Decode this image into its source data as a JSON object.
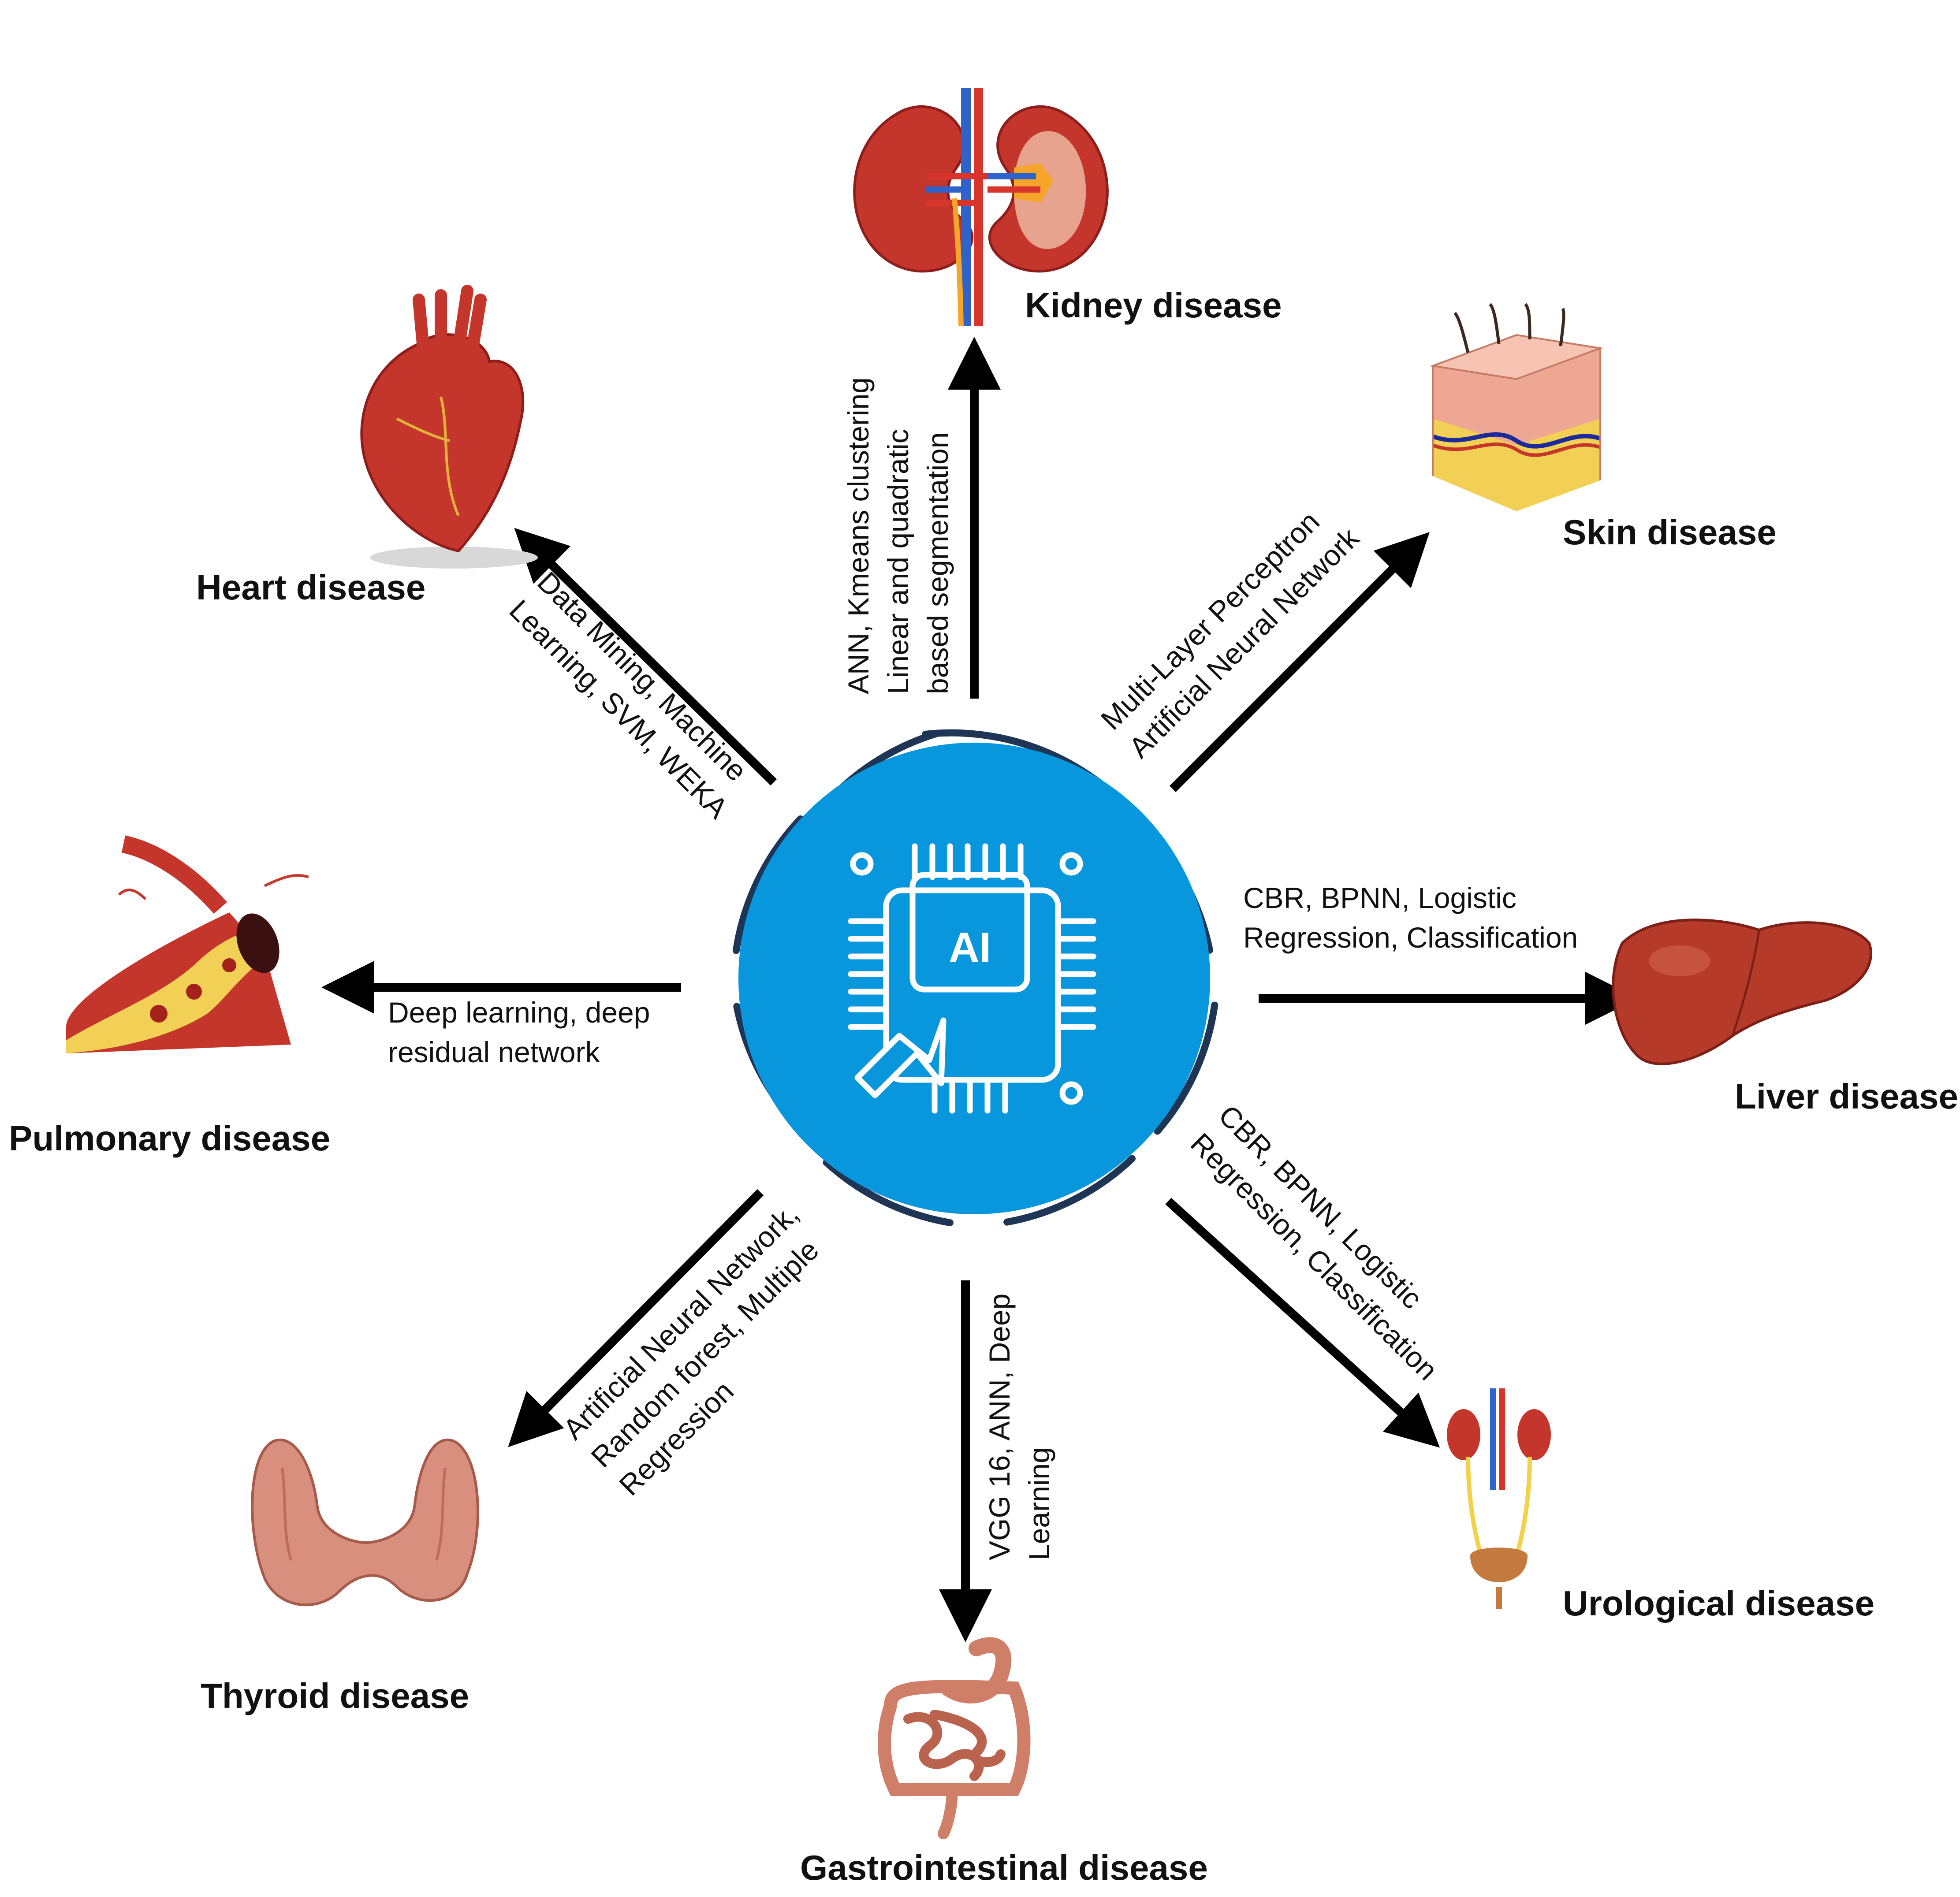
{
  "colors": {
    "ring": "#1f3556",
    "hub": "#0897dd",
    "chip_line": "#ffffff",
    "arrow": "#000000",
    "organ_red": "#c4362c",
    "organ_dark": "#8e1e1b",
    "vein_blue": "#2f63c9",
    "fat_yellow": "#f2cf55",
    "skin_pink": "#eda792",
    "thyroid": "#d98f7d",
    "liver": "#b53a2a",
    "intestine": "#cf7f68"
  },
  "hub": {
    "label": "AI",
    "icon": "ai-chip-cursor-icon"
  },
  "branches": [
    {
      "id": "kidney",
      "disease": "Kidney disease",
      "icon": "kidney-icon",
      "methods": [
        "ANN, Kmeans clustering",
        "Linear and quadratic",
        "based segmentation"
      ]
    },
    {
      "id": "skin",
      "disease": "Skin disease",
      "icon": "skin-layers-icon",
      "methods": [
        "Multi-Layer Perceptron",
        "Artificial Neural Network"
      ]
    },
    {
      "id": "liver",
      "disease": "Liver disease",
      "icon": "liver-icon",
      "methods": [
        "CBR, BPNN, Logistic",
        "Regression, Classification"
      ]
    },
    {
      "id": "urological",
      "disease": "Urological disease",
      "icon": "urinary-system-icon",
      "methods": [
        "CBR, BPNN, Logistic",
        "Regression, Classification"
      ]
    },
    {
      "id": "gastro",
      "disease": "Gastrointestinal disease",
      "icon": "intestines-icon",
      "methods": [
        "VGG 16, ANN, Deep",
        "Learning"
      ]
    },
    {
      "id": "thyroid",
      "disease": "Thyroid disease",
      "icon": "thyroid-icon",
      "methods": [
        "Artificial Neural Network,",
        "Random forest, Multiple",
        "Regression"
      ]
    },
    {
      "id": "pulmonary",
      "disease": "Pulmonary disease",
      "icon": "artery-plaque-icon",
      "methods": [
        "Deep learning, deep",
        "residual network"
      ]
    },
    {
      "id": "heart",
      "disease": "Heart disease",
      "icon": "heart-icon",
      "methods": [
        "Data Mining, Machine",
        "Learning, SVM, WEKA"
      ]
    }
  ]
}
